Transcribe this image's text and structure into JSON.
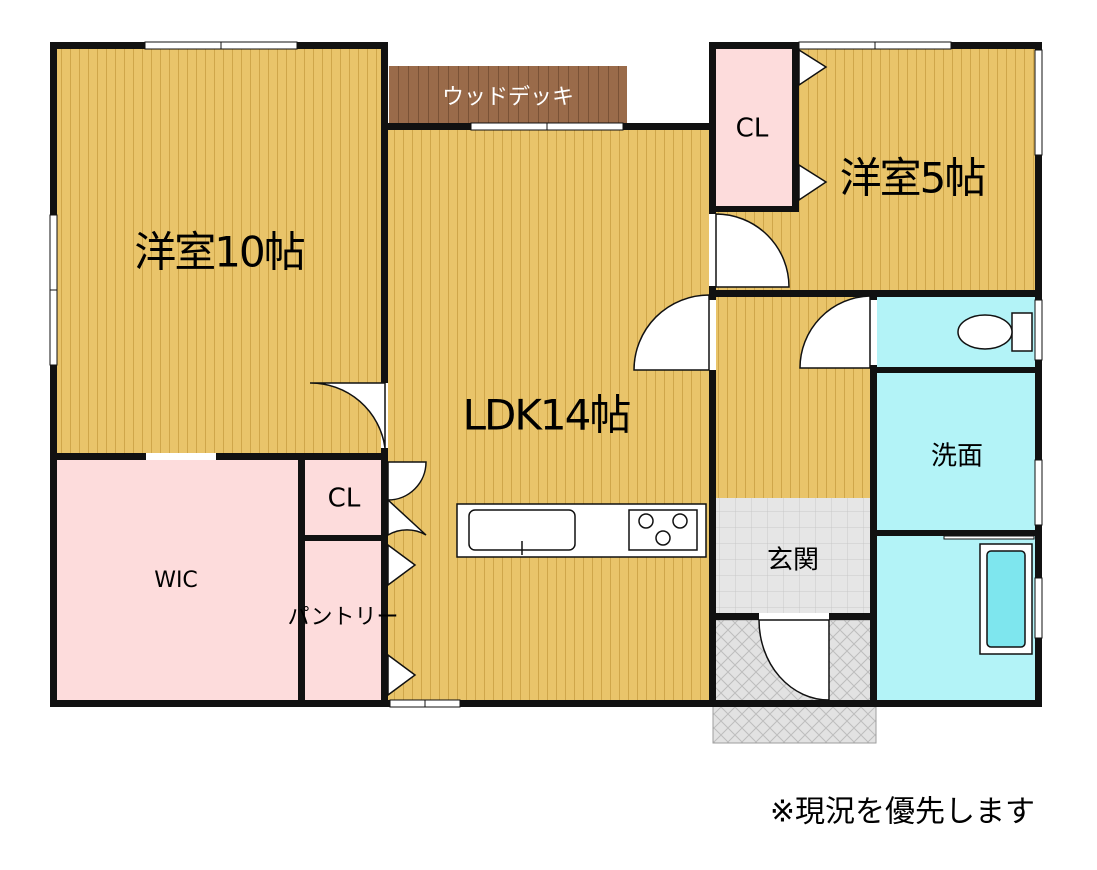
{
  "rooms": {
    "western_room_10": "洋室10帖",
    "western_room_5": "洋室5帖",
    "ldk": "LDK14帖",
    "wic": "WIC",
    "cl_left": "CL",
    "cl_top": "CL",
    "pantry": "パントリー",
    "wood_deck": "ウッドデッキ",
    "entrance": "玄関",
    "washroom": "洗面"
  },
  "note": "※現況を優先します",
  "colors": {
    "floor_wood": "#E9C46A",
    "closet_pink": "#FDDCDC",
    "wet_cyan": "#B3F3F7",
    "deck_brown": "#9A6B4A",
    "entrance_tile": "#E6E6E6",
    "wall": "#111111"
  }
}
